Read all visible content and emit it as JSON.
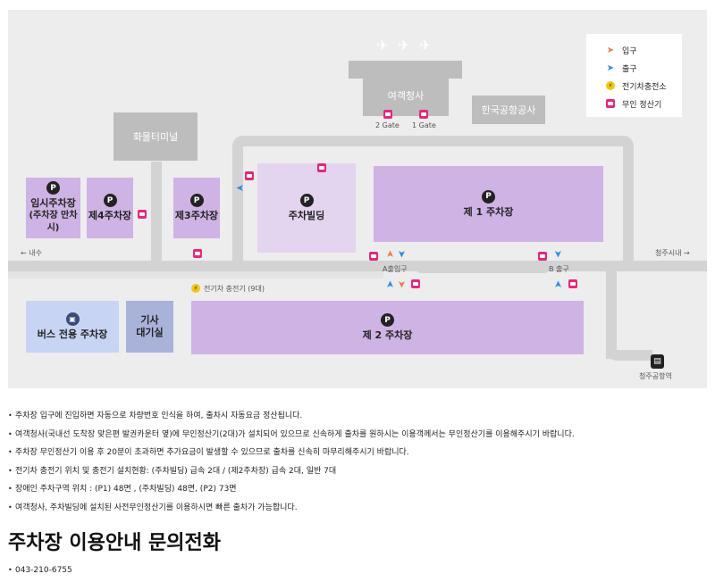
{
  "legend": {
    "entrance": "입구",
    "exit": "출구",
    "ev_charger": "전기차충전소",
    "pay_station": "무인 정산기"
  },
  "buildings": {
    "terminal": "여객청사",
    "kac": "한국공항공사",
    "cargo": "화물터미널",
    "gate2": "2 Gate",
    "gate1": "1 Gate",
    "driver_lounge_line1": "기사",
    "driver_lounge_line2": "대기실"
  },
  "lots": {
    "temp_line1": "임시주차장",
    "temp_line2": "(주차장 만차시)",
    "p4": "제4주차장",
    "p3": "제3주차장",
    "garage": "주차빌딩",
    "p1": "제 1 주차장",
    "p2": "제 2 주차장",
    "bus": "버스 전용 주차장",
    "p_symbol": "P"
  },
  "labels": {
    "naesu": "← 내수",
    "cheongju_city": "청주시내 →",
    "a_gate": "A출입구",
    "b_exit": "B 출구",
    "ev_charger_note": "전기차 충전기 (9대)",
    "station": "청주공항역"
  },
  "notes": [
    "주차장 입구에 진입하면 자동으로 차량번호 인식을 하여, 출차시 자동요금 정산됩니다.",
    "여객청사(국내선 도착장 맞은편 발권카운터 옆)에 무인정산기(2대)가 설치되어 있으므로 신속하게 출차를 원하시는 이용객께서는 무인정산기를 이용해주시기 바랍니다.",
    "주차장 무인정산기 이용 후 20분이 초과하면 추가요금이 발생할 수 있으므로 출차를 신속히 마무리해주시기 바랍니다.",
    "전기차 충전기 위치 및 충전기 설치현황: (주차빌딩) 급속 2대 / (제2주차장) 급속 2대, 일반 7대",
    "장애인 주차구역 위치 : (P1) 48면 , (주차빌딩) 48면,  (P2) 73면",
    "여객청사, 주차빌딩에 설치된 사전무인정산기를 이용하시면 빠른 출차가 가능합니다."
  ],
  "contact": {
    "title": "주차장 이용안내 문의전화",
    "phone": "043-210-6755"
  },
  "colors": {
    "lot_purple": "#cfb3e4",
    "lot_light": "#e3d4f0",
    "bus_lot": "#c8d4f4",
    "lounge": "#a9b2d8",
    "pay_pink": "#e8267a",
    "entrance_orange": "#f07a4a",
    "exit_blue": "#2e8be8",
    "ev_yellow": "#f2c811"
  }
}
